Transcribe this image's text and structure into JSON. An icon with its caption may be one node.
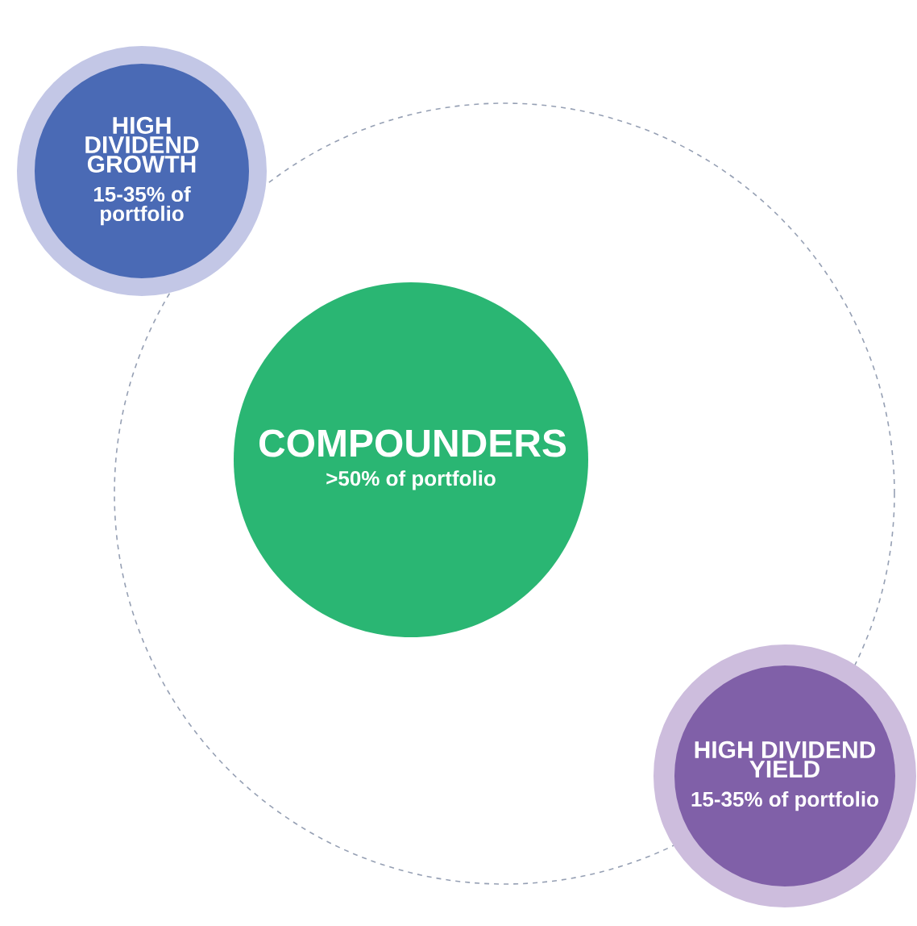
{
  "diagram": {
    "nodes": [
      {
        "text": [
          "COMPOUNDERS",
          ">50% of portfolio"
        ]
      },
      {
        "text": [
          "HIGH DIVIDEND GROWTH",
          "15-35% of portfolio"
        ]
      },
      {
        "text": [
          "HIGH DIVIDEND YIELD",
          "15-35% of portfolio"
        ]
      }
    ]
  }
}
